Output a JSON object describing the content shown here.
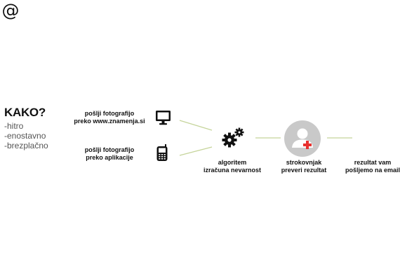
{
  "intro": {
    "heading": "KAKO?",
    "benefits": [
      "-hitro",
      "-enostavno",
      "-brezplačno"
    ]
  },
  "steps": {
    "submit_web": {
      "line1": "pošlji fotografijo",
      "line2": "preko www.znamenja.si",
      "icon": "monitor-icon"
    },
    "submit_app": {
      "line1": "pošlji fotografijo",
      "line2": "preko aplikacije",
      "icon": "mobile-phone-icon"
    },
    "algorithm": {
      "line1": "algoritem",
      "line2": "izračuna nevarnost",
      "icon": "gears-icon"
    },
    "expert": {
      "line1": "strokovnjak",
      "line2": "preveri rezultat",
      "icon": "doctor-avatar-icon"
    },
    "result": {
      "line1": "rezultat vam",
      "line2": "pošljemo na email",
      "icon": "at-sign-icon",
      "glyph": "@"
    }
  },
  "colors": {
    "connector": "#c5d49a",
    "avatar_bg": "#c9c9c9",
    "medical_cross": "#e8312f"
  }
}
